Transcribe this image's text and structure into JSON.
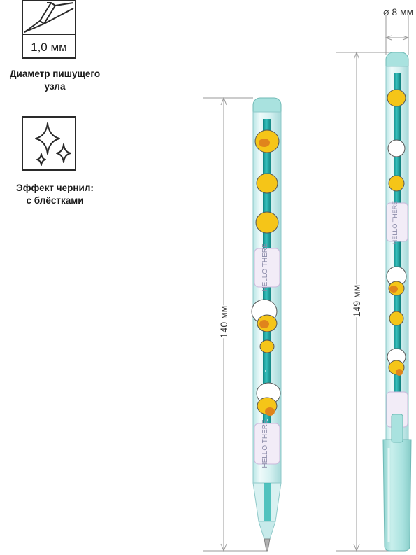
{
  "features": {
    "nib": {
      "value": "1,0 мм",
      "caption_line1": "Диаметр пишущего",
      "caption_line2": "узла",
      "icon": "pen-nib-icon"
    },
    "ink": {
      "caption_line1": "Эффект чернил:",
      "caption_line2": "с блёстками",
      "icon": "sparkles-icon"
    }
  },
  "dimensions": {
    "pen_length": "140 мм",
    "pen_with_cap_length": "149 мм",
    "diameter": "⌀ 8 мм"
  },
  "colors": {
    "barrel_tint": "#9fdcdc",
    "ink_refill": "#1aa3a0",
    "cap": "#a9e2df",
    "character_yellow": "#f5c518",
    "dimension_line": "#999999"
  }
}
